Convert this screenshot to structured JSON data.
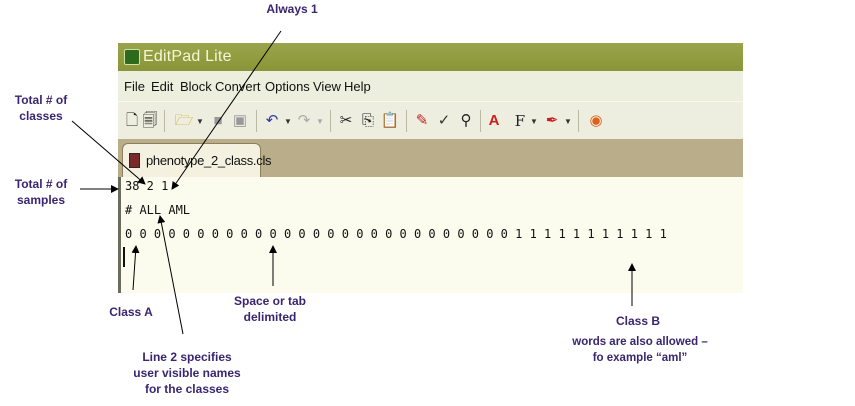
{
  "window": {
    "title": "EditPad Lite",
    "menu": [
      "File",
      "Edit",
      "Block",
      "Convert",
      "Options",
      "View",
      "Help"
    ],
    "toolbar_icons": [
      "new-file-icon",
      "new-options-icon",
      "open-folder-icon",
      "save-icon",
      "save-all-icon",
      "undo-icon",
      "redo-icon",
      "cut-icon",
      "copy-icon",
      "paste-icon",
      "highlight-icon",
      "spellcheck-icon",
      "find-icon",
      "font-size-icon",
      "format-icon",
      "color-icon",
      "firefox-icon"
    ],
    "tab_label": "phenotype_2_class.cls",
    "lines": [
      "38 2 1",
      "# ALL AML",
      "0 0 0 0 0 0 0 0 0 0 0 0 0 0 0 0 0 0 0 0 0 0 0 0 0 0 0 1 1 1 1 1 1 1 1 1 1 1"
    ]
  },
  "annotations": {
    "always_1": "Always 1",
    "total_classes": [
      "Total # of",
      "classes"
    ],
    "total_samples": [
      "Total # of",
      "samples"
    ],
    "class_a": "Class A",
    "space_tab": [
      "Space or tab",
      "delimited"
    ],
    "class_b": "Class B",
    "words_allowed": [
      "words are also allowed –",
      "fo example “aml”"
    ],
    "line2": [
      "Line 2 specifies",
      "user visible names",
      "for the classes"
    ]
  },
  "colors": {
    "annotation_text": "#3a2570",
    "titlebar": "#8a9438",
    "editor_bg": "#fcfcee",
    "tab_strip": "#b9ad8a"
  }
}
